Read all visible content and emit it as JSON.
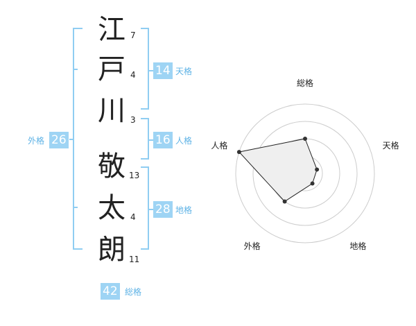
{
  "name": {
    "characters": [
      {
        "char": "江",
        "strokes": "7"
      },
      {
        "char": "戸",
        "strokes": "4"
      },
      {
        "char": "川",
        "strokes": "3"
      },
      {
        "char": "敬",
        "strokes": "13"
      },
      {
        "char": "太",
        "strokes": "4"
      },
      {
        "char": "朗",
        "strokes": "11"
      }
    ]
  },
  "kakusu": {
    "tenkaku": {
      "value": "14",
      "label": "天格"
    },
    "jinkaku": {
      "value": "16",
      "label": "人格"
    },
    "chikaku": {
      "value": "28",
      "label": "地格"
    },
    "gaikaku": {
      "value": "26",
      "label": "外格"
    },
    "soukaku": {
      "value": "42",
      "label": "総格"
    }
  },
  "chart_data": {
    "type": "radar",
    "axes": [
      "総格",
      "天格",
      "地格",
      "外格",
      "人格"
    ],
    "values": [
      0.5,
      0.18,
      0.18,
      0.5,
      1.0
    ],
    "range": [
      0,
      1
    ],
    "rings": 4,
    "colors": {
      "fill": "#efefef",
      "stroke": "#222222",
      "ring": "#cccccc",
      "accent": "#9ed4f4"
    }
  }
}
